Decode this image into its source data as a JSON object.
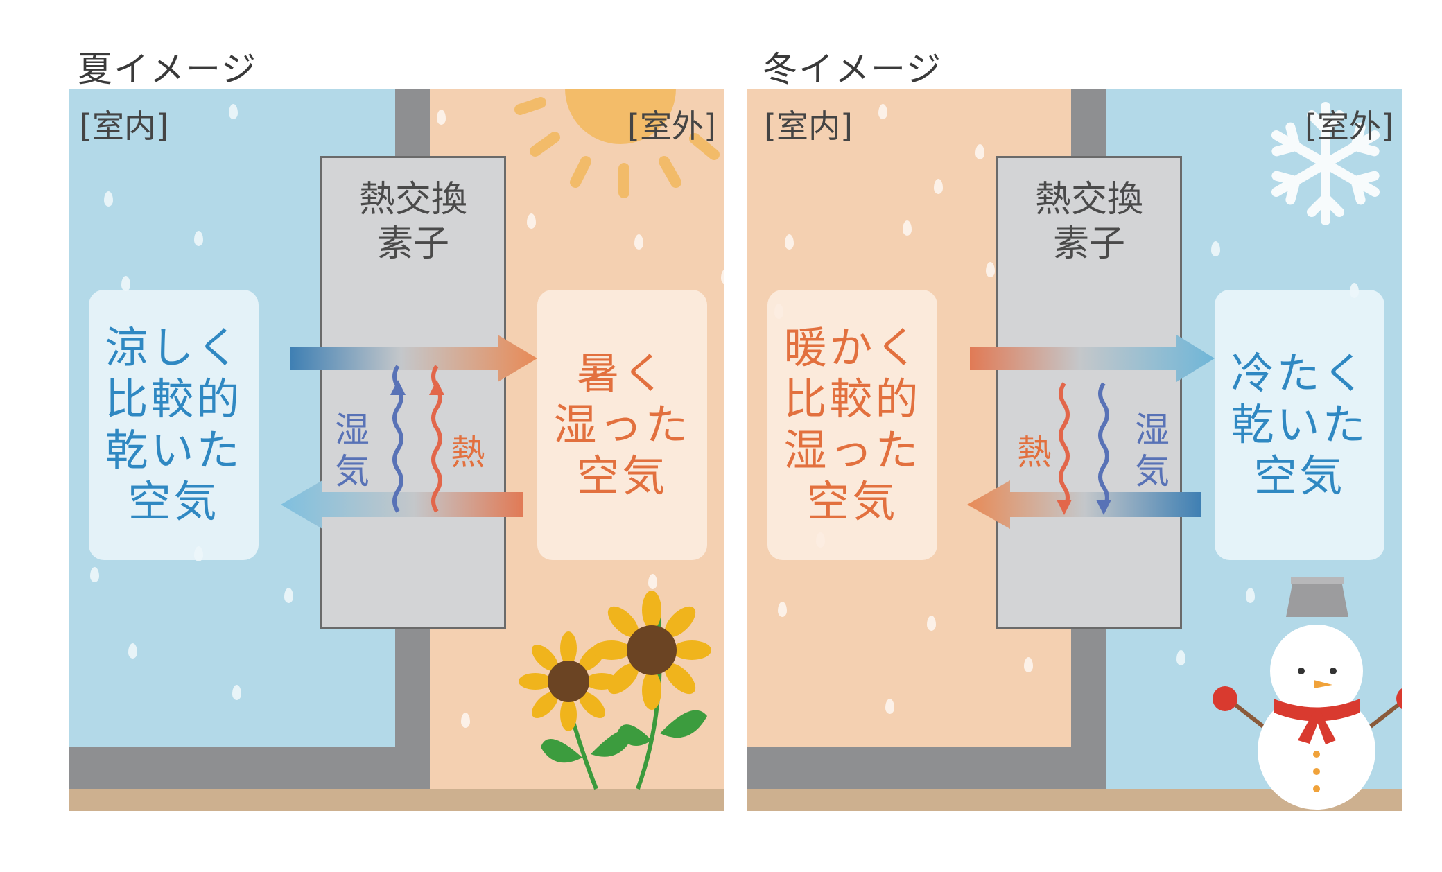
{
  "summer": {
    "heading": "夏イメージ",
    "indoor_tag": "[室内]",
    "outdoor_tag": "[室外]",
    "element_lines": [
      "熱交換",
      "素子"
    ],
    "indoor_air_lines": [
      "涼しく",
      "比較的",
      "乾いた",
      "空気"
    ],
    "outdoor_air_lines": [
      "暑く",
      "湿った",
      "空気"
    ],
    "humidity_label": [
      "湿",
      "気"
    ],
    "heat_label": "熱"
  },
  "winter": {
    "heading": "冬イメージ",
    "indoor_tag": "[室内]",
    "outdoor_tag": "[室外]",
    "element_lines": [
      "熱交換",
      "素子"
    ],
    "indoor_air_lines": [
      "暖かく",
      "比較的",
      "湿った",
      "空気"
    ],
    "outdoor_air_lines": [
      "冷たく",
      "乾いた",
      "空気"
    ],
    "humidity_label": [
      "湿",
      "気"
    ],
    "heat_label": "熱"
  },
  "colors": {
    "cool_blue": "#b3d9e8",
    "warm_peach": "#f4d0b1",
    "wall_gray": "#8e8f91",
    "element_gray": "#d3d4d6",
    "ground_tan": "#cdb08f",
    "cool_text": "#2f88c2",
    "warm_text": "#e2703e",
    "humidity_line": "#5872b6",
    "heat_line": "#e2664a"
  },
  "decor": {
    "summer_icons": [
      "sun-icon",
      "sunflower-icon"
    ],
    "winter_icons": [
      "snowflake-icon",
      "snowman-icon"
    ]
  }
}
